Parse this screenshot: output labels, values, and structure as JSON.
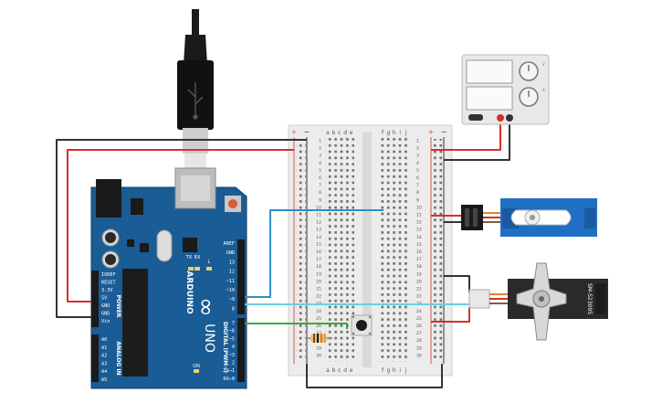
{
  "arduino": {
    "brand": "ARDUINO",
    "model": "UNO",
    "logo": "∞",
    "label_tx": "TX",
    "label_rx": "RX",
    "label_l": "L",
    "label_on": "ON",
    "power_header_label": "POWER",
    "analog_header_label": "ANALOG IN",
    "digital_header_label": "DIGITAL (PWM~)",
    "power_pins": [
      "IOREF",
      "RESET",
      "3.3V",
      "5V",
      "GND",
      "GND",
      "Vin"
    ],
    "analog_pins": [
      "A0",
      "A1",
      "A2",
      "A3",
      "A4",
      "A5"
    ],
    "digital_pins_upper": [
      "AREF",
      "GND",
      "13",
      "12",
      "~11",
      "~10",
      "~9",
      "8"
    ],
    "digital_pins_lower": [
      "7",
      "~6",
      "~5",
      "4",
      "~3",
      "2",
      "TX→1",
      "RX←0"
    ]
  },
  "breadboard": {
    "columns_left": [
      "a",
      "b",
      "c",
      "d",
      "e"
    ],
    "columns_right": [
      "f",
      "g",
      "h",
      "i",
      "j"
    ],
    "rail_plus": "+",
    "rail_minus": "−",
    "row_numbers": [
      "1",
      "2",
      "3",
      "4",
      "5",
      "6",
      "7",
      "8",
      "9",
      "10",
      "11",
      "12",
      "13",
      "14",
      "15",
      "16",
      "17",
      "18",
      "19",
      "20",
      "21",
      "22",
      "23",
      "24",
      "25",
      "26",
      "27",
      "28",
      "29",
      "30"
    ]
  },
  "servo_small": {
    "label": ""
  },
  "servo_large": {
    "label": "SM-S2309S"
  },
  "power_supply": {
    "knob1_label": "V",
    "knob2_label": "A"
  },
  "colors": {
    "arduino_blue": "#1a5c96",
    "breadboard": "#ececec",
    "wire_red": "#d62e2e",
    "wire_black": "#333333",
    "wire_blue": "#2a8fc9",
    "wire_cyan": "#6ccfd8",
    "wire_green": "#3aa83a",
    "servo_blue": "#1f6fc4",
    "servo_black": "#2a2a2a"
  }
}
